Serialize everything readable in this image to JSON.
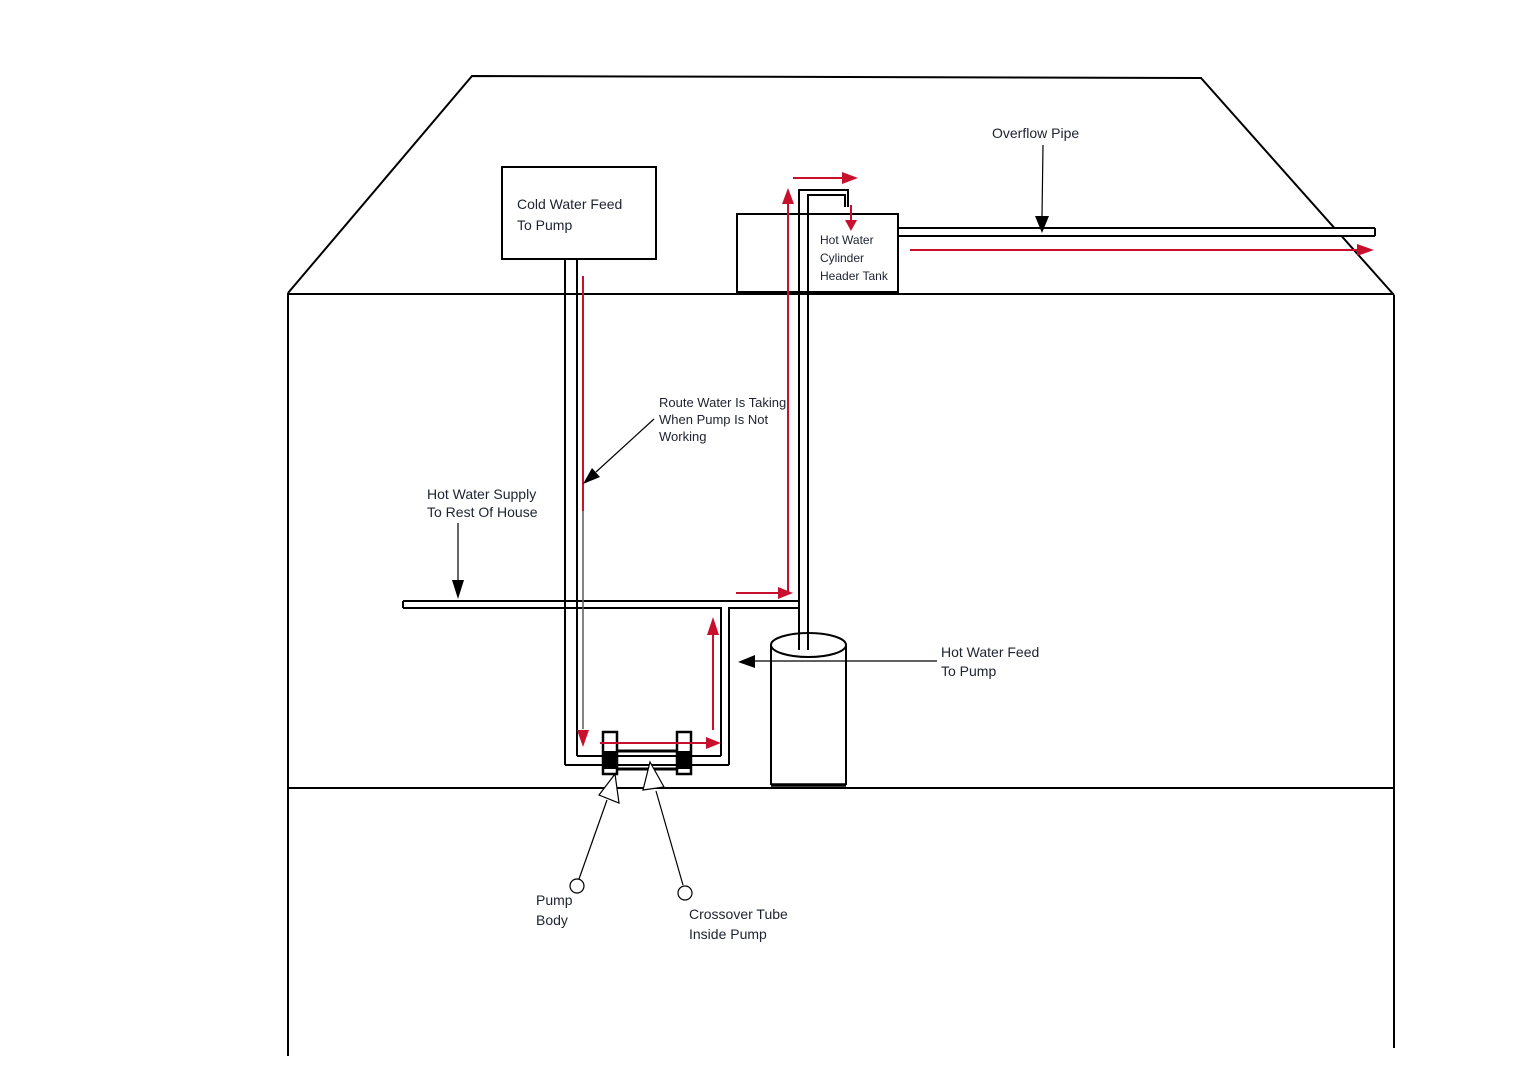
{
  "colors": {
    "line": "#000000",
    "flow": "#c8102e",
    "muted_line": "#5a5a5a",
    "text": "#1d2230",
    "background": "#ffffff"
  },
  "diagram": {
    "description": "Hot water system schematic inside a house outline showing pump, header tank, cylinder and flow route",
    "labels": {
      "cold_water_feed": {
        "line1": "Cold Water Feed",
        "line2": "To Pump"
      },
      "overflow_pipe": {
        "line1": "Overflow Pipe"
      },
      "route_no_pump": {
        "line1": "Route Water Is Taking",
        "line2": "When Pump Is Not",
        "line3": "Working"
      },
      "hot_water_supply": {
        "line1": "Hot Water Supply",
        "line2": "To Rest Of House"
      },
      "header_tank": {
        "line1": "Hot Water",
        "line2": "Cylinder",
        "line3": "Header Tank"
      },
      "hot_water_feed": {
        "line1": "Hot Water Feed",
        "line2": "To Pump"
      },
      "pump_body": {
        "line1": "Pump",
        "line2": "Body"
      },
      "crossover_tube": {
        "line1": "Crossover Tube",
        "line2": "Inside Pump"
      }
    }
  }
}
